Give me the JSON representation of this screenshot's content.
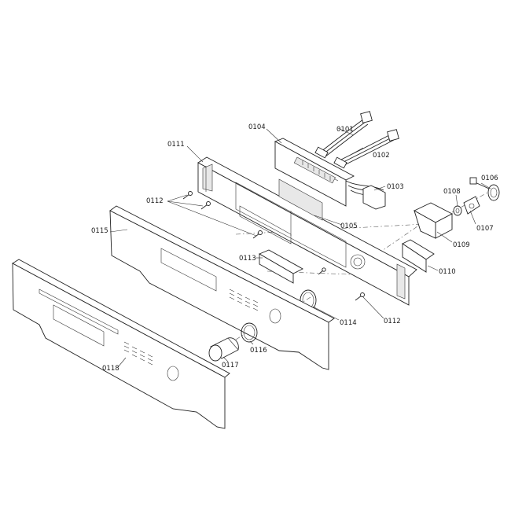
{
  "labels": {
    "p0101": "0101",
    "p0102": "0102",
    "p0103": "0103",
    "p0104": "0104",
    "p0105": "0105",
    "p0106": "0106",
    "p0107": "0107",
    "p0108": "0108",
    "p0109": "0109",
    "p0110": "0110",
    "p0111": "0111",
    "p0112a": "0112",
    "p0112b": "0112",
    "p0113": "0113",
    "p0114": "0114",
    "p0115": "0115",
    "p0116": "0116",
    "p0117": "0117",
    "p0118": "0118"
  }
}
